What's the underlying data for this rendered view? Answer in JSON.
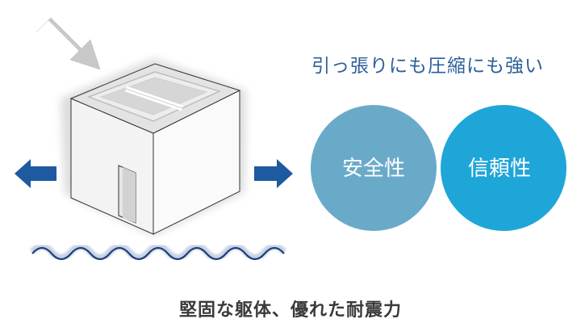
{
  "headline": "引っ張りにも圧縮にも強い",
  "circles": {
    "left": {
      "label": "安全性",
      "color": "#6aaac9"
    },
    "right": {
      "label": "信頼性",
      "color": "#1fa6d8"
    },
    "overlap_color": "#1a79a8"
  },
  "caption": "堅固な躯体、優れた耐震力",
  "colors": {
    "arrow_blue": "#1e5aa0",
    "arrow_gray": "#c8c8c8",
    "wave_navy": "#1f3f7a",
    "text_dark": "#3a3a3a",
    "headline_blue": "#2d5f9a"
  },
  "icons": [
    "compression-arrow-icon",
    "left-push-arrow-icon",
    "right-push-arrow-icon",
    "seismic-wave-icon"
  ]
}
